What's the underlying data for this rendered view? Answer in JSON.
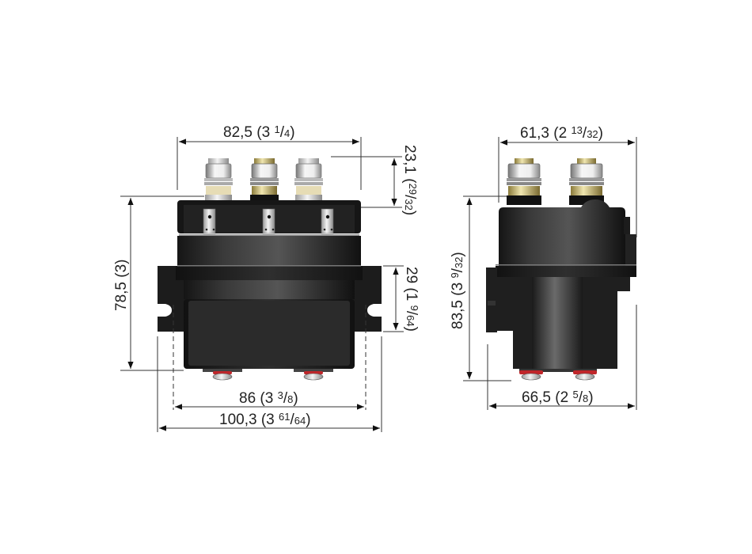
{
  "diagram": {
    "type": "technical dimension drawing",
    "subject": "winch contactor / solenoid",
    "units_primary": "mm",
    "units_secondary": "inch",
    "colors": {
      "body": "#1e1e1e",
      "body_highlight": "#5a5a5a",
      "terminal_brass": "#c9b56a",
      "terminal_silver": "#cfcfcf",
      "seal_red": "#c0262a",
      "dimension_line": "#333333"
    }
  },
  "front_view": {
    "label": "front view",
    "terminals_top": 3,
    "tabs": 3,
    "terminals_bottom": 2,
    "dimensions": {
      "width_top": {
        "mm": "82,5",
        "inch_whole": "3",
        "inch_num": "1",
        "inch_den": "4"
      },
      "terminal_height": {
        "mm": "23,1",
        "inch_whole": "",
        "inch_num": "29",
        "inch_den": "32"
      },
      "height": {
        "mm": "78,5",
        "inch_whole": "3",
        "inch_num": "",
        "inch_den": ""
      },
      "bracket_height": {
        "mm": "29",
        "inch_whole": "1",
        "inch_num": "9",
        "inch_den": "64"
      },
      "mount_hole_spacing": {
        "mm": "86",
        "inch_whole": "3",
        "inch_num": "3",
        "inch_den": "8"
      },
      "overall_width": {
        "mm": "100,3",
        "inch_whole": "3",
        "inch_num": "61",
        "inch_den": "64"
      }
    }
  },
  "side_view": {
    "label": "side view",
    "terminals_top": 2,
    "terminals_bottom": 2,
    "dimensions": {
      "width_top": {
        "mm": "61,3",
        "inch_whole": "2",
        "inch_num": "13",
        "inch_den": "32"
      },
      "height": {
        "mm": "83,5",
        "inch_whole": "3",
        "inch_num": "9",
        "inch_den": "32"
      },
      "width_bottom": {
        "mm": "66,5",
        "inch_whole": "2",
        "inch_num": "5",
        "inch_den": "8"
      }
    }
  }
}
